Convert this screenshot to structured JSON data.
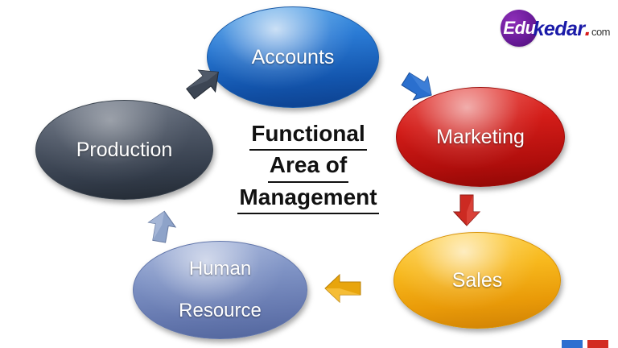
{
  "logo": {
    "badge_text": "Edu",
    "name": "kedar",
    "dot": ".",
    "tld": "com"
  },
  "title": {
    "line1": "Functional",
    "line2": "Area of",
    "line3": "Management"
  },
  "nodes": [
    {
      "id": "accounts",
      "label": "Accounts",
      "color": "#1355ad"
    },
    {
      "id": "marketing",
      "label": "Marketing",
      "color": "#d21c18"
    },
    {
      "id": "sales",
      "label": "Sales",
      "color": "#f7b81d"
    },
    {
      "id": "hr",
      "label_line1": "Human",
      "label_line2": "Resource",
      "color": "#7e92c4"
    },
    {
      "id": "production",
      "label": "Production",
      "color": "#4d5665"
    }
  ],
  "arrows": [
    {
      "id": "accounts-to-marketing",
      "color": "#2a6fce",
      "direction": "right-down"
    },
    {
      "id": "marketing-to-sales",
      "color": "#cc2a22",
      "direction": "down"
    },
    {
      "id": "sales-to-hr",
      "color": "#e8a50d",
      "direction": "left"
    },
    {
      "id": "hr-to-production",
      "color": "#8ea3c9",
      "direction": "up"
    },
    {
      "id": "production-to-accounts",
      "color": "#3d4654",
      "direction": "up-right"
    }
  ],
  "chips": [
    {
      "id": "chip-blue",
      "color": "#2d6fd0"
    },
    {
      "id": "chip-red",
      "color": "#d32b22"
    }
  ]
}
